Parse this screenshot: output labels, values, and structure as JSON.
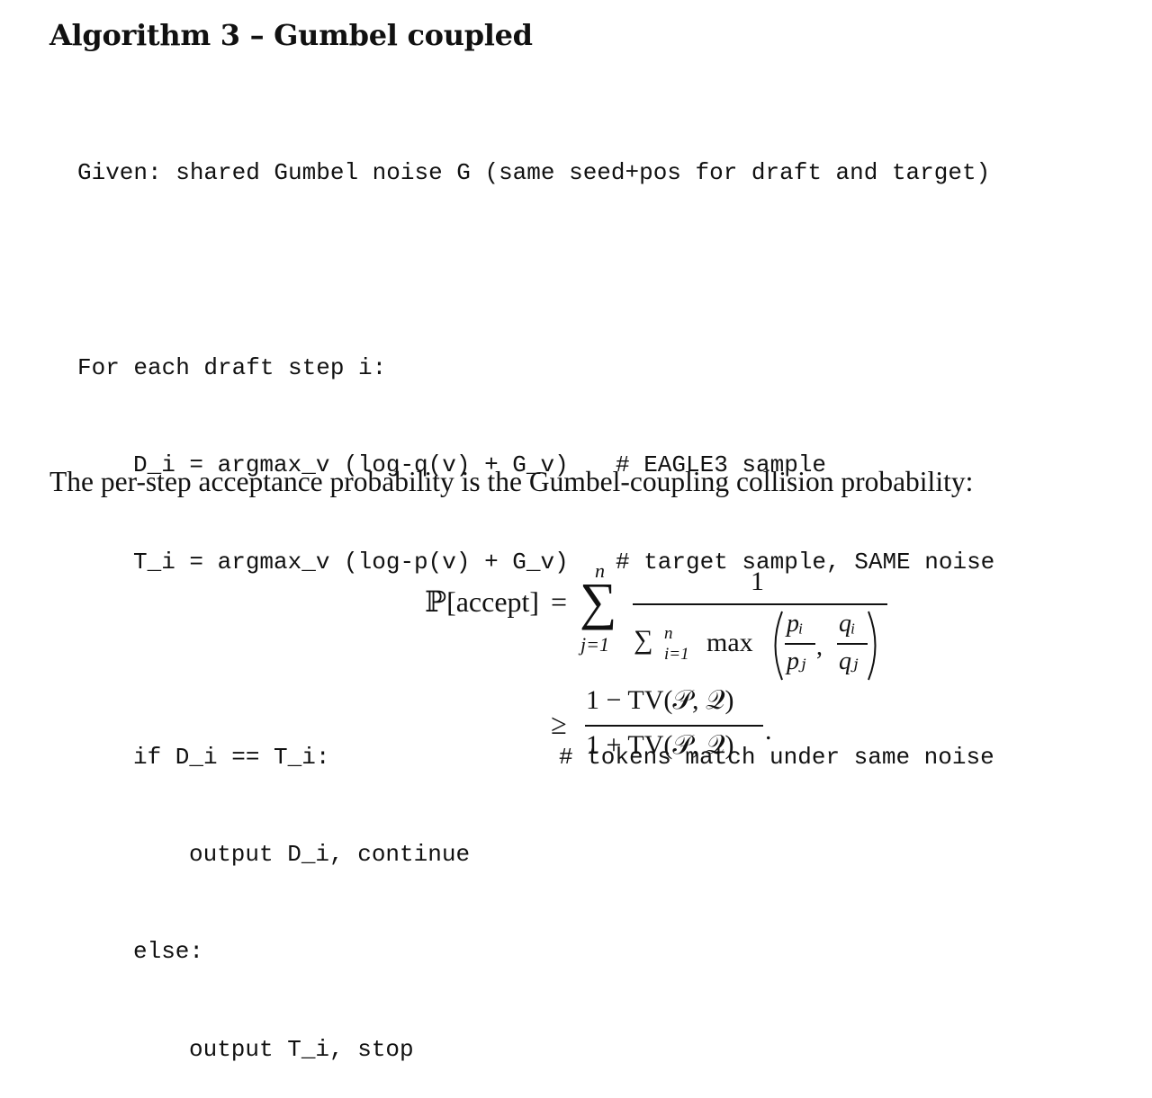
{
  "heading": "Algorithm 3 – Gumbel coupled",
  "code": {
    "given": "Given: shared Gumbel noise G (same seed+pos for draft and target)",
    "loop": "For each draft step i:",
    "draft_stmt": "D_i = argmax_v (log-q(v) + G_v)",
    "draft_comment": "# EAGLE3 sample",
    "target_stmt": "T_i = argmax_v (log-p(v) + G_v)",
    "target_comment": "# target sample, SAME noise",
    "if_stmt": "if D_i == T_i:",
    "if_comment": "# tokens match under same noise",
    "if_body": "output D_i, continue",
    "else_stmt": "else:",
    "else_body": "output T_i, stop"
  },
  "paragraph": "The per-step acceptance probability is the Gumbel-coupling collision probability:",
  "equation": {
    "lhs": "ℙ[accept]",
    "eq": "=",
    "sum_upper": "n",
    "sum_lower": "j=1",
    "numerator": "1",
    "den_sum": "∑",
    "den_sum_upper": "n",
    "den_sum_lower": "i=1",
    "den_max": "max",
    "frac1_num": "pᵢ",
    "frac1_den": "pⱼ",
    "frac2_num": "qᵢ",
    "frac2_den": "qⱼ",
    "geq": "≥",
    "bound_num": "1 − TV(𝒫, 𝒬)",
    "bound_den": "1 + TV(𝒫, 𝒬)",
    "period": "."
  }
}
